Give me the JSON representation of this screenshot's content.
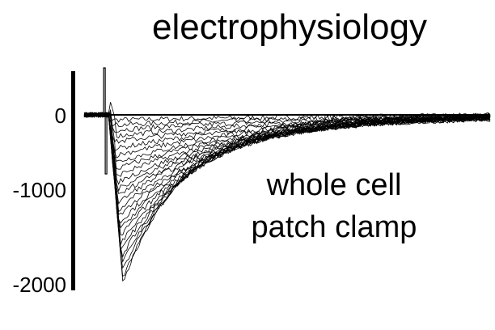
{
  "chart_data": {
    "type": "line",
    "title": "electrophysiology",
    "annotation": [
      "whole cell",
      "patch clamp"
    ],
    "xlabel": "",
    "ylabel": "",
    "yticks": [
      0,
      -1000,
      -2000
    ],
    "ytick_labels": [
      "0",
      "-1000",
      "-2000"
    ],
    "ylim": [
      -2050,
      500
    ],
    "xlim": [
      0,
      100
    ],
    "grid": false,
    "legend": "none",
    "stimulus_time": 5,
    "onset_time": 6,
    "series": {
      "peak_amplitudes": [
        -60,
        -120,
        -180,
        -250,
        -320,
        -400,
        -480,
        -560,
        -640,
        -720,
        -800,
        -880,
        -960,
        -1040,
        -1120,
        -1200,
        -1280,
        -1360,
        -1440,
        -1520,
        -1600,
        -1680,
        -1760,
        -1840,
        -1920,
        -1980
      ],
      "decay_tau": [
        60,
        55,
        50,
        48,
        45,
        42,
        40,
        38,
        36,
        34,
        32,
        30,
        28,
        27,
        26,
        25,
        24,
        23,
        22,
        21,
        20,
        19,
        18,
        17,
        16,
        15
      ]
    },
    "line_color": "#000000"
  }
}
